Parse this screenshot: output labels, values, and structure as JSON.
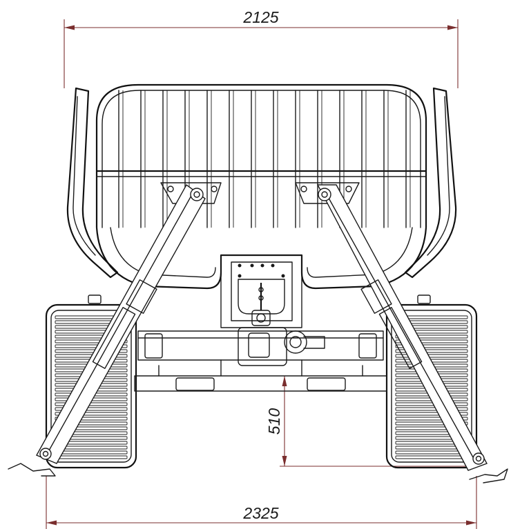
{
  "dimensions": {
    "top_width": "2125",
    "bottom_width": "2325",
    "ground_clearance": "510"
  },
  "colors": {
    "line": "#1a1a1a",
    "dimension_line": "#7a2e2e",
    "background": "#ffffff"
  }
}
